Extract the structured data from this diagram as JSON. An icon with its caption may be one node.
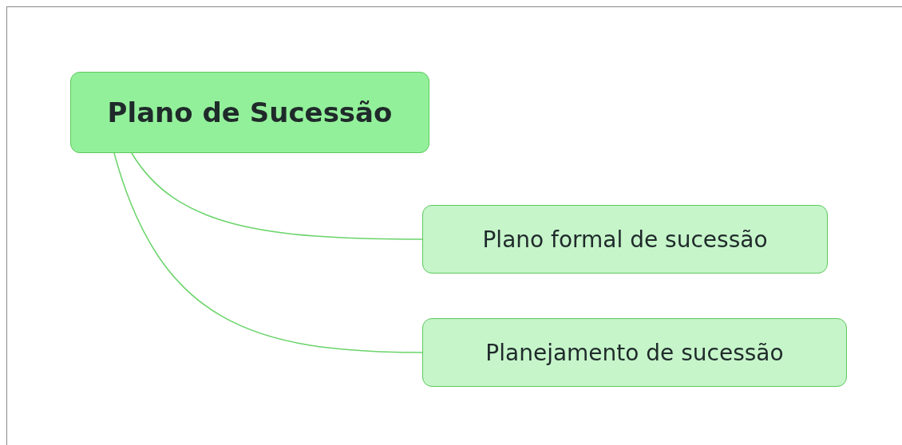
{
  "diagram": {
    "nodes": [
      {
        "text": [
          "Plano de Sucessão"
        ]
      },
      {
        "text": [
          "Plano formal de sucessão"
        ]
      },
      {
        "text": [
          "Planejamento de sucessão"
        ]
      }
    ],
    "edges": [
      {
        "from": 0,
        "to": 1,
        "arrow": "none"
      },
      {
        "from": 0,
        "to": 2,
        "arrow": "none"
      }
    ]
  }
}
